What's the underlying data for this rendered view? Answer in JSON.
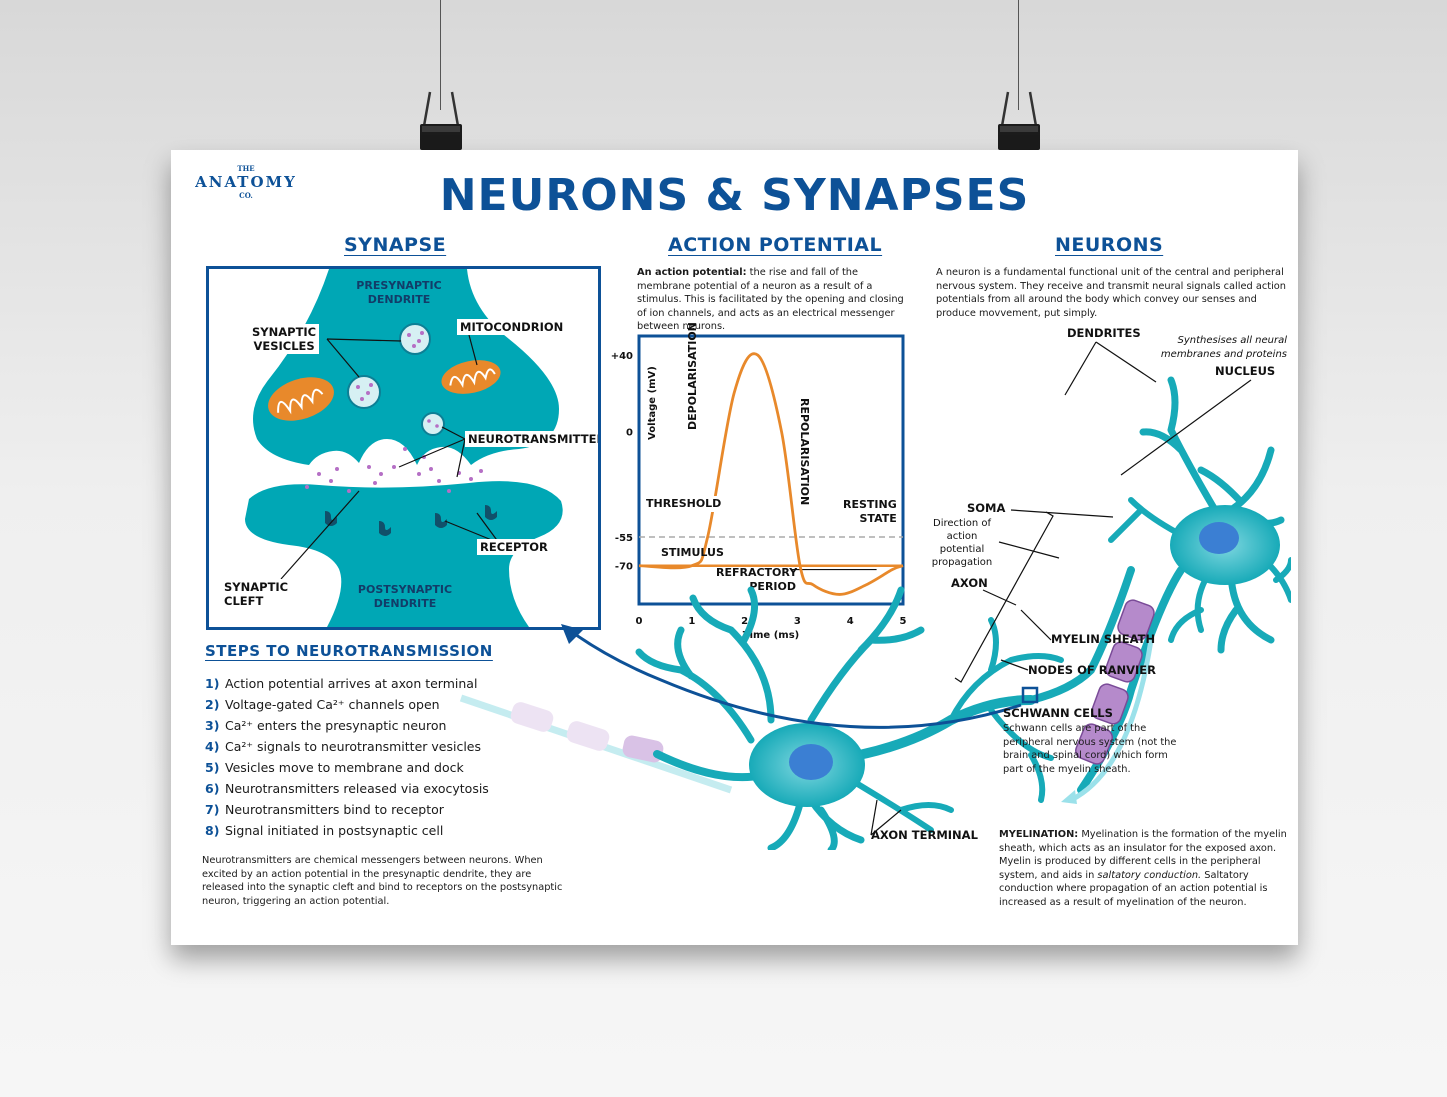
{
  "title": "NEURONS & SYNAPSES",
  "logo": {
    "top": "THE",
    "name": "ANATOMY",
    "bottom": "CO."
  },
  "synapse": {
    "heading": "SYNAPSE",
    "presynaptic": "PRESYNAPTIC\nDENDRITE",
    "synaptic_vesicles": "SYNAPTIC\nVESICLES",
    "mitocondrion": "MITOCONDRION",
    "neurotransmitters": "NEUROTRANSMITTERS",
    "receptor": "RECEPTOR",
    "synaptic_cleft": "SYNAPTIC\nCLEFT",
    "postsynaptic": "POSTSYNAPTIC\nDENDRITE"
  },
  "action_potential": {
    "heading": "ACTION POTENTIAL",
    "intro_bold": "An action potential:",
    "intro": " the rise and fall of the membrane potential of a neuron as a result of a stimulus. This is facilitated by the opening and closing of ion channels, and acts as an electrical messenger between neurons.",
    "labels": {
      "depolarisation": "DEPOLARISATION",
      "repolarisation": "REPOLARISATION",
      "threshold": "THRESHOLD",
      "resting_state": "RESTING\nSTATE",
      "stimulus": "STIMULUS",
      "refractory": "REFRACTORY\nPERIOD"
    }
  },
  "chart_data": {
    "type": "line",
    "xlabel": "Time (ms)",
    "ylabel": "Voltage (mV)",
    "x_ticks": [
      "0",
      "1",
      "2",
      "3",
      "4",
      "5"
    ],
    "y_ticks": [
      "+40",
      "0",
      "-55",
      "-70"
    ],
    "xlim": [
      0,
      5
    ],
    "ylim": [
      -90,
      50
    ],
    "threshold": -55,
    "series": [
      {
        "x": [
          0,
          1.0,
          1.3,
          1.8,
          2.25,
          2.7,
          3.05,
          3.3,
          3.8,
          4.3,
          4.8,
          5.0
        ],
        "y": [
          -70,
          -70,
          -55,
          20,
          40,
          0,
          -70,
          -80,
          -85,
          -80,
          -72,
          -70
        ]
      }
    ],
    "grid": false,
    "colors": {
      "line": "#e8892b",
      "threshold": "#aaaaaa",
      "frame": "#0d5197"
    }
  },
  "neurons": {
    "heading": "NEURONS",
    "intro": "A neuron is a fundamental functional unit of the central and peripheral nervous system. They receive and transmit neural signals called action potentials from all around the body which convey our senses and produce movvement, put simply.",
    "dendrites": "DENDRITES",
    "synthesises": "Synthesises all neural\nmembranes and proteins",
    "nucleus": "NUCLEUS",
    "soma": "SOMA",
    "direction": "Direction of\naction\npotential\npropagation",
    "axon": "AXON",
    "myelin_sheath": "MYELIN SHEATH",
    "nodes": "NODES OF RANVIER",
    "schwann_title": "SCHWANN CELLS",
    "schwann_text": "Schwann cells are part of the peripheral nervous system (not the brain and spinal cord) which form part of the myelin sheath.",
    "axon_terminal": "AXON TERMINAL",
    "myelination_bold": "MYELINATION:",
    "myelination_text": " Myelination  is the formation of the myelin sheath, which acts as an insulator for the exposed axon. Myelin is produced by different cells in the peripheral system, and aids in ",
    "myelination_italic": "saltatory conduction.",
    "myelination_text2": " Saltatory conduction where propagation of an action potential is increased as a result of myelination of the neuron."
  },
  "steps": {
    "heading": "STEPS TO NEUROTRANSMISSION",
    "items": [
      {
        "num": "1)",
        "text": "Action potential arrives at axon terminal"
      },
      {
        "num": "2)",
        "text": "Voltage-gated Ca²⁺ channels open"
      },
      {
        "num": "3)",
        "text": "Ca²⁺ enters the presynaptic neuron"
      },
      {
        "num": "4)",
        "text": "Ca²⁺ signals to neurotransmitter vesicles"
      },
      {
        "num": "5)",
        "text": "Vesicles move to membrane and dock"
      },
      {
        "num": "6)",
        "text": "Neurotransmitters released via exocytosis"
      },
      {
        "num": "7)",
        "text": "Neurotransmitters bind to receptor"
      },
      {
        "num": "8)",
        "text": "Signal initiated in postsynaptic cell"
      }
    ],
    "footnote": "Neurotransmitters are chemical messengers between neurons. When  excited by an action potential in the presynaptic dendrite, they are released into the synaptic cleft and bind to receptors on the postsynaptic neuron, triggering an action potential."
  },
  "colors": {
    "brand_blue": "#0d5197",
    "teal": "#00a7b5",
    "orange": "#e8892b",
    "purple": "#9b6bb5"
  }
}
